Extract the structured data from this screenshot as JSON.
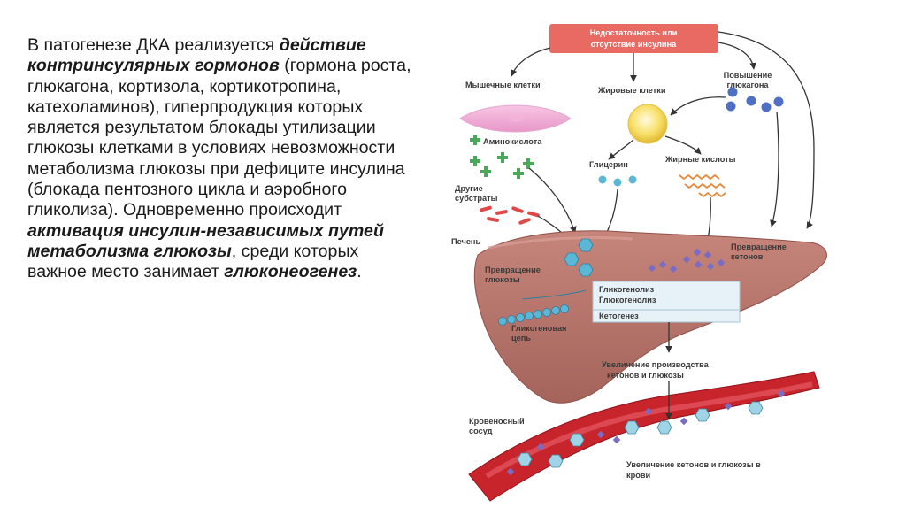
{
  "text": {
    "p1": "В патогенезе ДКА реализуется ",
    "e1": "действие контринсулярных гормонов",
    "p2": " (гормона роста, глюкагона, кортизола, кортикотропина, катехоламинов), гиперпродукция которых является результатом блокады утилизации глюкозы клетками в условиях невозможности метаболизма глюкозы при дефиците инсулина (блокада пентозного цикла и аэробного гликолиза). Одновременно происходит ",
    "e2": "активация инсулин-независимых путей метаболизма глюкозы",
    "p3": ", среди которых важное место занимает ",
    "e3": "глюконеогенез",
    "p4": "."
  },
  "diagram": {
    "top_box_1": "Недостаточность или",
    "top_box_2": "отсутствие инсулина",
    "muscle": "Мышечные клетки",
    "fat": "Жировые клетки",
    "glucagon_1": "Повышение",
    "glucagon_2": "глюкагона",
    "amino": "Аминокислота",
    "glycerol": "Глицерин",
    "fatty": "Жирные кислоты",
    "other_1": "Другие",
    "other_2": "субстраты",
    "liver": "Печень",
    "glucose_conv_1": "Превращение",
    "glucose_conv_2": "глюкозы",
    "ketone_conv_1": "Превращение",
    "ketone_conv_2": "кетонов",
    "process_1": "Гликогенолиз",
    "process_2": "Глюкогенолиз",
    "process_3": "Кетогенез",
    "glycogen_1": "Гликогеновая",
    "glycogen_2": "цепь",
    "production_1": "Увеличение производства",
    "production_2": "кетонов и глюкозы",
    "vessel_1": "Кровеносный",
    "vessel_2": "сосуд",
    "blood_1": "Увеличение кетонов и глюкозы в",
    "blood_2": "крови"
  },
  "colors": {
    "top_box": "#e86a62",
    "liver": "#b06f66",
    "vessel": "#c8242c",
    "glucose": "#5ab8d6",
    "ketone": "#7a6bc4"
  }
}
